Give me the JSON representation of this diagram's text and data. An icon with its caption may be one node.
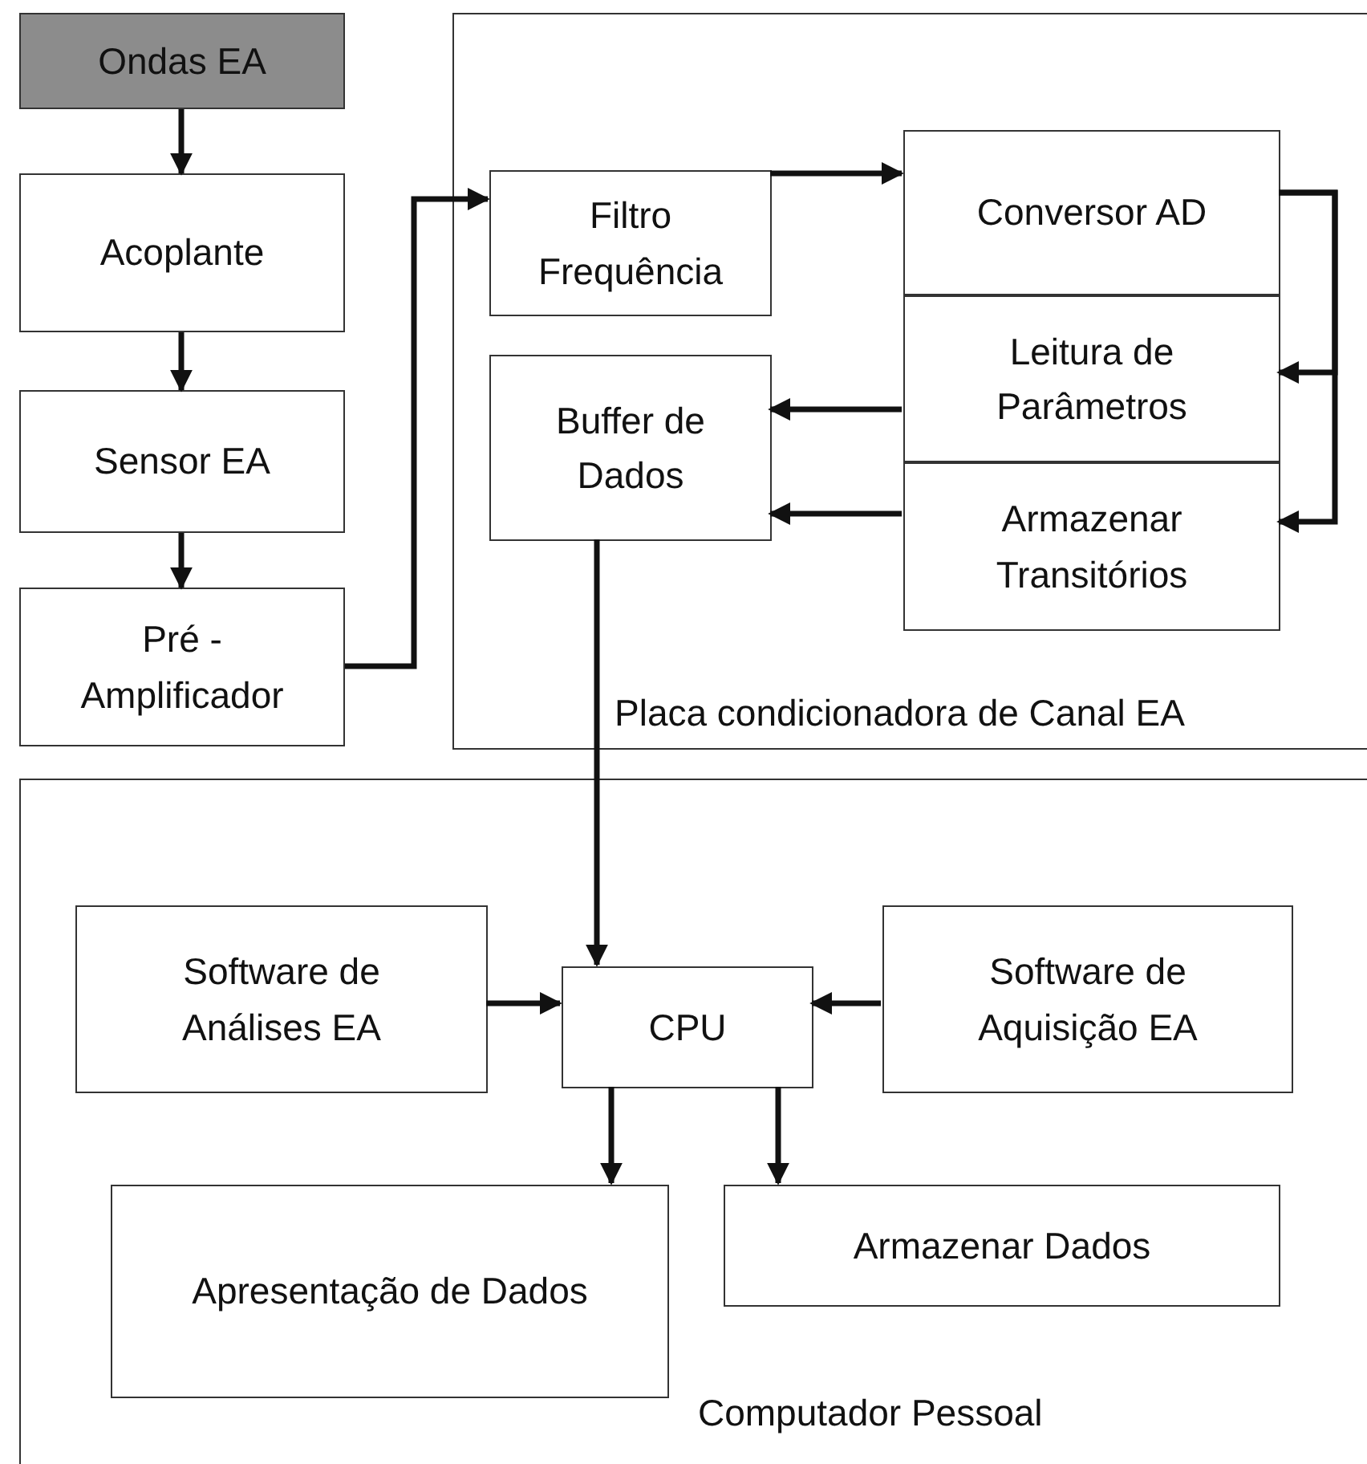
{
  "diagram": {
    "nodes": [
      {
        "text": [
          "Ondas EA"
        ]
      },
      {
        "text": [
          "Acoplante"
        ]
      },
      {
        "text": [
          "Sensor EA"
        ]
      },
      {
        "text": [
          "Pré - Amplificador"
        ]
      },
      {
        "text": [
          "Placa condicionadora de Canal EA"
        ]
      },
      {
        "text": [
          "Filtro Frequência"
        ],
        "in": 4
      },
      {
        "text": [
          "Conversor AD"
        ],
        "in": 4
      },
      {
        "text": [
          "Leitura de Parâmetros"
        ],
        "in": 4
      },
      {
        "text": [
          "Buffer de Dados"
        ],
        "in": 4
      },
      {
        "text": [
          "Armazenar Transitórios"
        ],
        "in": 4
      },
      {
        "text": [
          "Computador Pessoal"
        ]
      },
      {
        "text": [
          "Software de Análises EA"
        ],
        "in": 10
      },
      {
        "text": [
          "CPU"
        ],
        "in": 10
      },
      {
        "text": [
          "Software de Aquisição EA"
        ],
        "in": 10
      },
      {
        "text": [
          "Apresentação de Dados"
        ],
        "in": 10
      },
      {
        "text": [
          "Armazenar Dados"
        ],
        "in": 10
      }
    ],
    "edges": [
      {
        "from": 0,
        "to": 1,
        "arrow": "to"
      },
      {
        "from": 1,
        "to": 2,
        "arrow": "to"
      },
      {
        "from": 2,
        "to": 3,
        "arrow": "to"
      },
      {
        "from": 3,
        "to": 5,
        "arrow": "to"
      },
      {
        "from": 5,
        "to": 6,
        "arrow": "to"
      },
      {
        "from": 6,
        "to": 7,
        "arrow": "to"
      },
      {
        "from": 6,
        "to": 9,
        "arrow": "to"
      },
      {
        "from": 7,
        "to": 8,
        "arrow": "to"
      },
      {
        "from": 9,
        "to": 8,
        "arrow": "to"
      },
      {
        "from": 8,
        "to": 12,
        "arrow": "to"
      },
      {
        "from": 11,
        "to": 12,
        "arrow": "to"
      },
      {
        "from": 13,
        "to": 12,
        "arrow": "to"
      },
      {
        "from": 12,
        "to": 14,
        "arrow": "to"
      },
      {
        "from": 12,
        "to": 15,
        "arrow": "to"
      }
    ]
  }
}
